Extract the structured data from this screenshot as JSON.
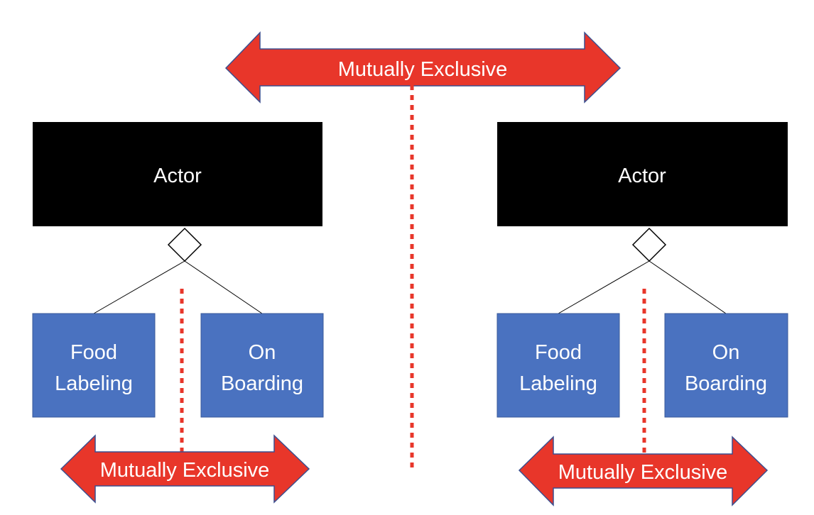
{
  "top_arrow": {
    "label": "Mutually Exclusive"
  },
  "left_group": {
    "actor": {
      "label": "Actor"
    },
    "box_a": {
      "line1": "Food",
      "line2": "Labeling"
    },
    "box_b": {
      "line1": "On",
      "line2": "Boarding"
    },
    "arrow": {
      "label": "Mutually Exclusive"
    }
  },
  "right_group": {
    "actor": {
      "label": "Actor"
    },
    "box_a": {
      "line1": "Food",
      "line2": "Labeling"
    },
    "box_b": {
      "line1": "On",
      "line2": "Boarding"
    },
    "arrow": {
      "label": "Mutually Exclusive"
    }
  },
  "colors": {
    "arrow_fill": "#e8362a",
    "arrow_stroke": "#3b4f8f",
    "actor_fill": "#000000",
    "box_fill": "#4a72c0",
    "box_stroke": "#3a5a9a",
    "dotted_line": "#e8362a",
    "connector": "#000000"
  }
}
